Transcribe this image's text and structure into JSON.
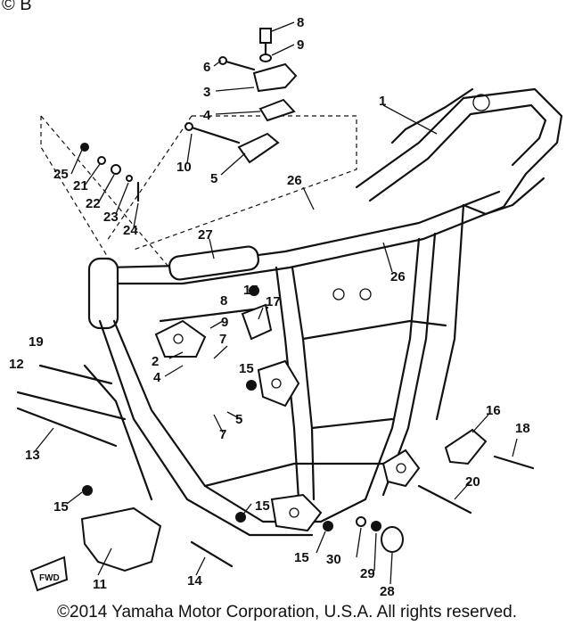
{
  "corner_mark": "© B",
  "copyright": "©2014 Yamaha Motor Corporation, U.S.A. All rights reserved.",
  "fwd_label": "FWD",
  "callouts": [
    "1",
    "2",
    "3",
    "4",
    "5",
    "6",
    "7",
    "8",
    "9",
    "10",
    "11",
    "12",
    "13",
    "14",
    "15",
    "16",
    "17",
    "18",
    "19",
    "20",
    "21",
    "22",
    "23",
    "24",
    "25",
    "26",
    "27",
    "28",
    "29",
    "30"
  ]
}
